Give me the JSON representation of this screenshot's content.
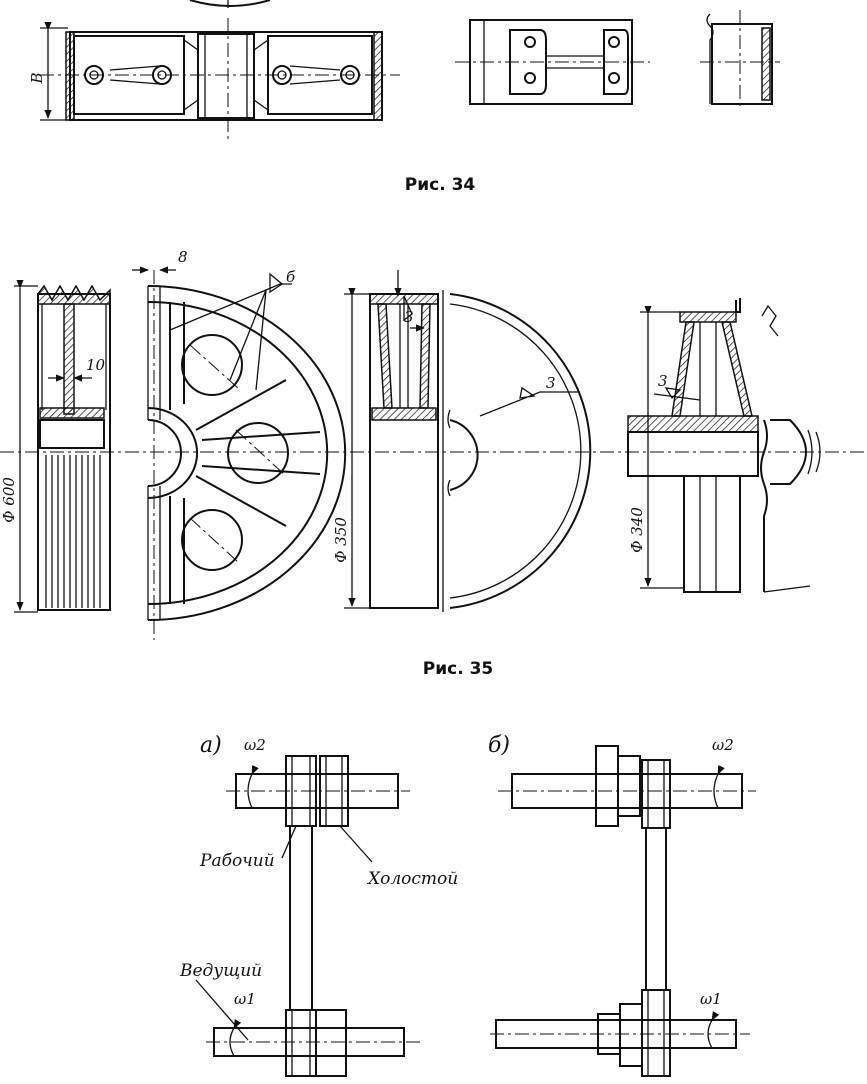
{
  "figure34": {
    "caption": "Рис. 34",
    "dim_b": "B"
  },
  "figure35": {
    "caption": "Рис. 35",
    "dims": {
      "d600": "Ф 600",
      "d350": "Ф 350",
      "d340": "Ф 340",
      "s8": "8",
      "s10": "10",
      "weld_b": "б",
      "weld_3a": "3",
      "weld_3b": "3",
      "weld_3c": "3"
    }
  },
  "figure36": {
    "label_a": "а)",
    "label_b": "б)",
    "omega2_a": "ω2",
    "omega1_a": "ω1",
    "omega2_b": "ω2",
    "omega1_b": "ω1",
    "working": "Рабочий",
    "idle": "Холостой",
    "driving": "Ведущий"
  }
}
